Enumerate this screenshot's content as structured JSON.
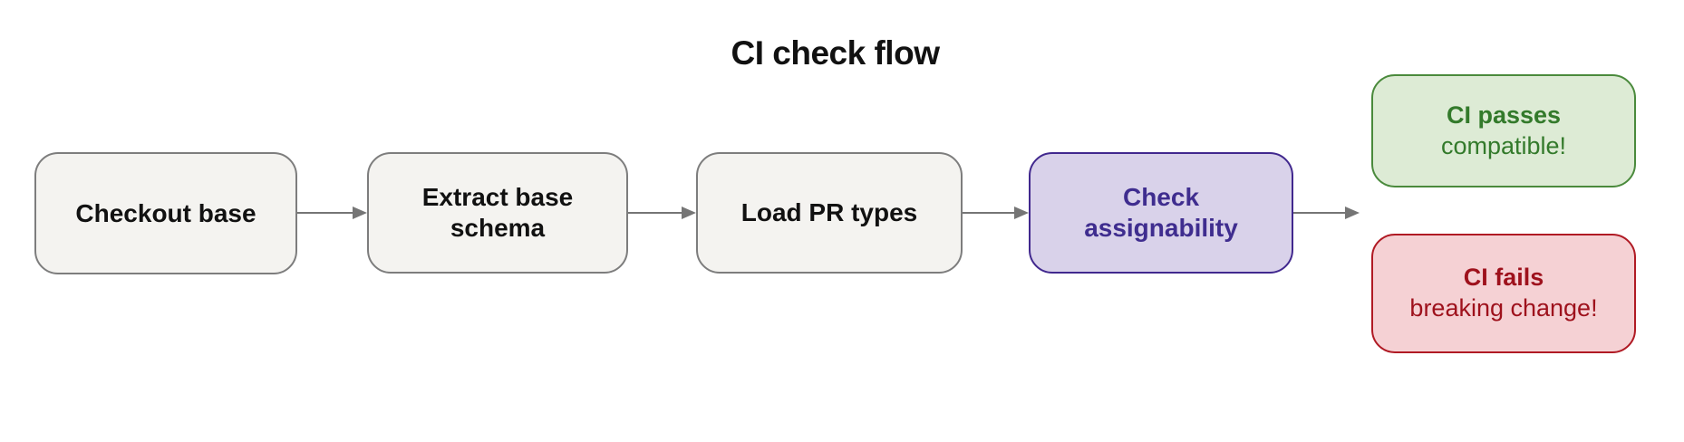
{
  "title": "CI check flow",
  "nodes": {
    "checkout": {
      "label": "Checkout base"
    },
    "extract": {
      "label": "Extract base schema"
    },
    "load": {
      "label": "Load PR types"
    },
    "check": {
      "label": "Check assignability"
    },
    "pass": {
      "label": "CI passes",
      "sublabel": "compatible!"
    },
    "fail": {
      "label": "CI fails",
      "sublabel": "breaking change!"
    }
  },
  "colors": {
    "default_fill": "#f4f3f0",
    "default_border": "#7d7d7d",
    "default_text": "#111111",
    "accent_fill": "#d9d2ea",
    "accent_border": "#41288e",
    "accent_text": "#3f2d8f",
    "success_fill": "#ddebd5",
    "success_border": "#4a8a3c",
    "success_text": "#337a2b",
    "danger_fill": "#f5d1d4",
    "danger_border": "#b01a24",
    "danger_text": "#9e111c",
    "arrow": "#757575"
  }
}
